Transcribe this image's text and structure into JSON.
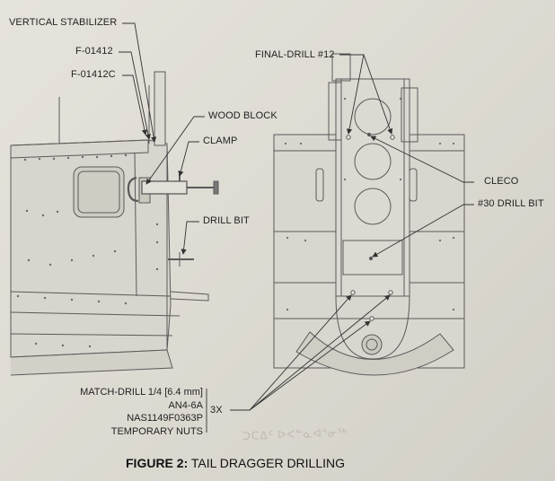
{
  "labels": {
    "vertical_stabilizer": "VERTICAL STABILIZER",
    "f01412": "F-01412",
    "f01412c": "F-01412C",
    "wood_block": "WOOD BLOCK",
    "clamp": "CLAMP",
    "drill_bit": "DRILL BIT",
    "final_drill": "FINAL-DRILL #12",
    "cleco": "CLECO",
    "drill_bit_30": "#30 DRILL BIT",
    "multiplier": "3X"
  },
  "note": {
    "line1": "MATCH-DRILL 1/4 [6.4 mm]",
    "line2": "AN4-6A",
    "line3": "NAS1149F0363P",
    "line4": "TEMPORARY NUTS"
  },
  "caption": {
    "prefix": "FIGURE 2:",
    "title": "TAIL DRAGGER DRILLING"
  },
  "watermark": "ᑐᑕᐃᑦ ᐅᐸᓐᓇᐊᕐᓂᖅ",
  "colors": {
    "paper": "#dedbd3",
    "line": "#555555",
    "ink": "#222222"
  }
}
